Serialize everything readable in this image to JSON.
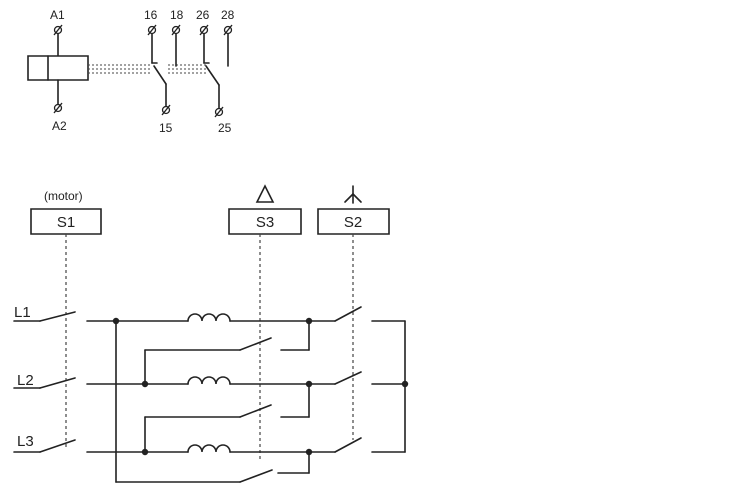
{
  "relay": {
    "coil_top": "A1",
    "coil_bottom": "A2",
    "contacts": [
      {
        "common": "15",
        "nc": "16",
        "no": "18"
      },
      {
        "common": "25",
        "nc": "26",
        "no": "28"
      }
    ]
  },
  "motor_circuit": {
    "caption": "(motor)",
    "contactors": [
      {
        "label": "S1"
      },
      {
        "label": "S3",
        "symbol": "delta"
      },
      {
        "label": "S2",
        "symbol": "star"
      }
    ],
    "lines": [
      "L1",
      "L2",
      "L3"
    ]
  },
  "colors": {
    "line": "#222222",
    "background": "#ffffff"
  }
}
